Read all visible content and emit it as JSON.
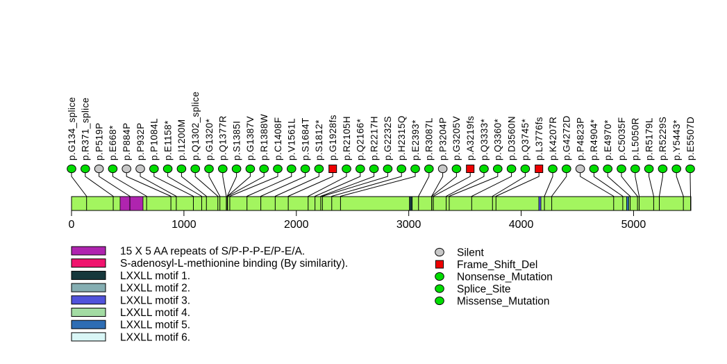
{
  "chart_data": {
    "type": "scatter",
    "subtype": "protein-mutation-lollipop",
    "title": "",
    "xlabel": "",
    "ylabel": "",
    "grid": false,
    "axis": {
      "xmin": 0,
      "xmax": 5510,
      "ticks": [
        0,
        1000,
        2000,
        3000,
        4000,
        5000
      ]
    },
    "protein_bar_color": "#A3F55F",
    "marker_styles": {
      "Silent": {
        "shape": "circle",
        "color": "#C8C8C8"
      },
      "Frame_Shift_Del": {
        "shape": "square",
        "color": "#EE0000"
      },
      "Nonsense_Mutation": {
        "shape": "circle",
        "color": "#00DD00"
      },
      "Splice_Site": {
        "shape": "circle",
        "color": "#00DD00"
      },
      "Missense_Mutation": {
        "shape": "circle",
        "color": "#00DD00"
      }
    },
    "mutations": [
      {
        "label": "p.G134_splice",
        "pos": 134,
        "type": "Splice_Site"
      },
      {
        "label": "p.R371_splice",
        "pos": 371,
        "type": "Splice_Site"
      },
      {
        "label": "p.P519P",
        "pos": 519,
        "type": "Silent"
      },
      {
        "label": "p.E668*",
        "pos": 668,
        "type": "Nonsense_Mutation"
      },
      {
        "label": "p.P884P",
        "pos": 884,
        "type": "Silent"
      },
      {
        "label": "p.P932P",
        "pos": 932,
        "type": "Silent"
      },
      {
        "label": "p.P1084L",
        "pos": 1084,
        "type": "Missense_Mutation"
      },
      {
        "label": "p.E1158*",
        "pos": 1158,
        "type": "Nonsense_Mutation"
      },
      {
        "label": "p.I1200M",
        "pos": 1200,
        "type": "Missense_Mutation"
      },
      {
        "label": "p.Q1302_splice",
        "pos": 1302,
        "type": "Splice_Site"
      },
      {
        "label": "p.G1320*",
        "pos": 1320,
        "type": "Nonsense_Mutation"
      },
      {
        "label": "p.Q1377R",
        "pos": 1377,
        "type": "Missense_Mutation"
      },
      {
        "label": "p.S1385I",
        "pos": 1385,
        "type": "Missense_Mutation"
      },
      {
        "label": "p.G1387V",
        "pos": 1387,
        "type": "Missense_Mutation"
      },
      {
        "label": "p.R1388W",
        "pos": 1388,
        "type": "Missense_Mutation"
      },
      {
        "label": "p.C1408F",
        "pos": 1408,
        "type": "Missense_Mutation"
      },
      {
        "label": "p.V1561L",
        "pos": 1561,
        "type": "Missense_Mutation"
      },
      {
        "label": "p.S1684T",
        "pos": 1684,
        "type": "Missense_Mutation"
      },
      {
        "label": "p.S1812*",
        "pos": 1812,
        "type": "Nonsense_Mutation"
      },
      {
        "label": "p.G1928fs",
        "pos": 1928,
        "type": "Frame_Shift_Del"
      },
      {
        "label": "p.R2105H",
        "pos": 2105,
        "type": "Missense_Mutation"
      },
      {
        "label": "p.Q2166*",
        "pos": 2166,
        "type": "Nonsense_Mutation"
      },
      {
        "label": "p.R2217H",
        "pos": 2217,
        "type": "Missense_Mutation"
      },
      {
        "label": "p.G2232S",
        "pos": 2232,
        "type": "Missense_Mutation"
      },
      {
        "label": "p.H2315Q",
        "pos": 2315,
        "type": "Missense_Mutation"
      },
      {
        "label": "p.E2393*",
        "pos": 2393,
        "type": "Nonsense_Mutation"
      },
      {
        "label": "p.R3087L",
        "pos": 3087,
        "type": "Missense_Mutation"
      },
      {
        "label": "p.P3204P",
        "pos": 3204,
        "type": "Silent"
      },
      {
        "label": "p.G3205V",
        "pos": 3205,
        "type": "Missense_Mutation"
      },
      {
        "label": "p.A3219fs",
        "pos": 3219,
        "type": "Frame_Shift_Del"
      },
      {
        "label": "p.Q3333*",
        "pos": 3333,
        "type": "Nonsense_Mutation"
      },
      {
        "label": "p.Q3360*",
        "pos": 3360,
        "type": "Nonsense_Mutation"
      },
      {
        "label": "p.D3560N",
        "pos": 3560,
        "type": "Missense_Mutation"
      },
      {
        "label": "p.Q3745*",
        "pos": 3745,
        "type": "Nonsense_Mutation"
      },
      {
        "label": "p.L3776fs",
        "pos": 3776,
        "type": "Frame_Shift_Del"
      },
      {
        "label": "p.K4207R",
        "pos": 4207,
        "type": "Missense_Mutation"
      },
      {
        "label": "p.G4272D",
        "pos": 4272,
        "type": "Missense_Mutation"
      },
      {
        "label": "p.P4823P",
        "pos": 4823,
        "type": "Silent"
      },
      {
        "label": "p.R4904*",
        "pos": 4904,
        "type": "Nonsense_Mutation"
      },
      {
        "label": "p.E4970*",
        "pos": 4970,
        "type": "Nonsense_Mutation"
      },
      {
        "label": "p.C5035F",
        "pos": 5035,
        "type": "Missense_Mutation"
      },
      {
        "label": "p.L5050R",
        "pos": 5050,
        "type": "Missense_Mutation"
      },
      {
        "label": "p.R5179L",
        "pos": 5179,
        "type": "Missense_Mutation"
      },
      {
        "label": "p.R5229S",
        "pos": 5229,
        "type": "Missense_Mutation"
      },
      {
        "label": "p.Y5443*",
        "pos": 5443,
        "type": "Nonsense_Mutation"
      },
      {
        "label": "p.E5507D",
        "pos": 5507,
        "type": "Missense_Mutation"
      }
    ],
    "protein_features": [
      {
        "name": "15 X 5 AA repeats of S/P-P-P-E/P-E/A.",
        "start": 432,
        "end": 636,
        "color": "#AF24AF"
      },
      {
        "name": "LXXLL motif 1.",
        "start": 3006,
        "end": 3031,
        "color": "#16383C"
      },
      {
        "name": "LXXLL motif 3.",
        "start": 4157,
        "end": 4176,
        "color": "#5153DB"
      },
      {
        "name": "LXXLL motif 5.",
        "start": 4938,
        "end": 4957,
        "color": "#2E6DB4"
      }
    ],
    "legend_domains": [
      {
        "label": "15 X 5 AA repeats of S/P-P-P-E/P-E/A.",
        "color": "#AF24AF"
      },
      {
        "label": "S-adenosyl-L-methionine binding (By similarity).",
        "color": "#F0146E"
      },
      {
        "label": "LXXLL motif 1.",
        "color": "#16383C"
      },
      {
        "label": "LXXLL motif 2.",
        "color": "#85AEB2"
      },
      {
        "label": "LXXLL motif 3.",
        "color": "#5153DB"
      },
      {
        "label": "LXXLL motif 4.",
        "color": "#A3DCA3"
      },
      {
        "label": "LXXLL motif 5.",
        "color": "#2E6DB4"
      },
      {
        "label": "LXXLL motif 6.",
        "color": "#D9F6F6"
      }
    ],
    "legend_mutation_types": [
      {
        "label": "Silent",
        "shape": "circle",
        "color": "#C8C8C8"
      },
      {
        "label": "Frame_Shift_Del",
        "shape": "square",
        "color": "#EE0000"
      },
      {
        "label": "Nonsense_Mutation",
        "shape": "circle",
        "color": "#00DD00"
      },
      {
        "label": "Splice_Site",
        "shape": "circle",
        "color": "#00DD00"
      },
      {
        "label": "Missense_Mutation",
        "shape": "circle",
        "color": "#00DD00"
      }
    ]
  }
}
